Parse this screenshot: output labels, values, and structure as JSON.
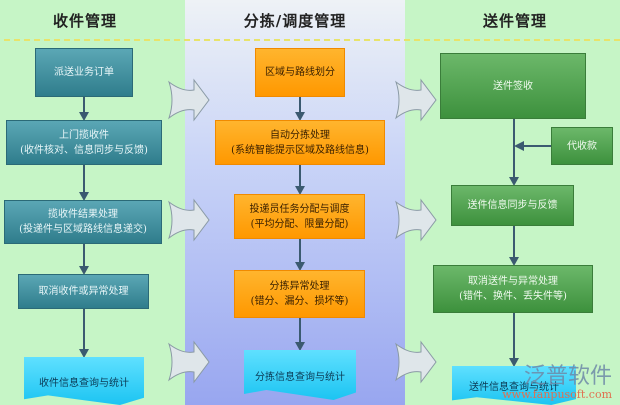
{
  "columns": [
    {
      "title": "收件管理",
      "steps": [
        {
          "l1": "派送业务订单"
        },
        {
          "l1": "上门揽收件",
          "l2": "(收件核对、信息同步与反馈)"
        },
        {
          "l1": "揽收件结果处理",
          "l2": "(投递件与区域路线信息递交)"
        },
        {
          "l1": "取消收件或异常处理"
        }
      ],
      "doc": "收件信息查询与统计"
    },
    {
      "title": "分拣/调度管理",
      "steps": [
        {
          "l1": "区域与路线划分"
        },
        {
          "l1": "自动分拣处理",
          "l2": "(系统智能提示区域及路线信息)"
        },
        {
          "l1": "投递员任务分配与调度",
          "l2": "(平均分配、限量分配)"
        },
        {
          "l1": "分拣异常处理",
          "l2": "(错分、漏分、损坏等)"
        }
      ],
      "doc": "分拣信息查询与统计"
    },
    {
      "title": "送件管理",
      "steps": [
        {
          "l1": "送件签收"
        },
        {
          "l1": "送件信息同步与反馈"
        },
        {
          "l1": "取消送件与异常处理",
          "l2": "(错件、换件、丢失件等)"
        }
      ],
      "side": "代收款",
      "doc": "送件信息查询与统计"
    }
  ],
  "watermark": {
    "brand": "泛普软件",
    "url": "www.fanpusoft.com"
  }
}
